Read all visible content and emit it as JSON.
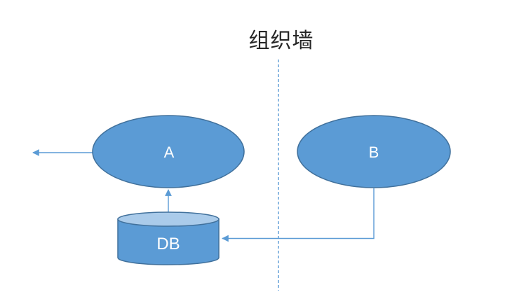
{
  "diagram": {
    "wall": {
      "label": "组织墙",
      "style": "dashed-vertical-divider"
    },
    "nodes": [
      {
        "id": "A",
        "label": "A",
        "shape": "ellipse",
        "side": "left-of-wall"
      },
      {
        "id": "B",
        "label": "B",
        "shape": "ellipse",
        "side": "right-of-wall"
      },
      {
        "id": "DB",
        "label": "DB",
        "shape": "cylinder",
        "side": "left-of-wall"
      }
    ],
    "edges": [
      {
        "from": "A",
        "to": "external-left",
        "type": "straight-arrow",
        "description": "arrow pointing left out of ellipse A"
      },
      {
        "from": "DB",
        "to": "A",
        "type": "straight-arrow",
        "description": "arrow pointing up from cylinder DB into ellipse A"
      },
      {
        "from": "B",
        "to": "DB",
        "type": "elbow-arrow",
        "description": "line down from ellipse B, crossing the wall, arrow pointing left into cylinder DB"
      }
    ],
    "colors": {
      "shape_fill": "#5b9bd5",
      "shape_border": "#41719c",
      "cylinder_top_fill": "#aacbea",
      "connector": "#5b9bd5",
      "wall_line": "#5b9bd5",
      "node_label": "#ffffff",
      "title_text": "#262626"
    }
  }
}
